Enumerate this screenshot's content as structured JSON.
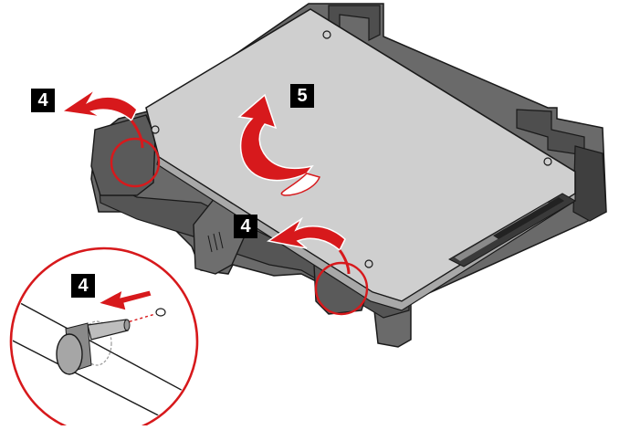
{
  "steps": {
    "left_release": "4",
    "lift_drive": "5",
    "right_release": "4",
    "detail_remove": "4"
  },
  "colors": {
    "callout_red": "#d7191c",
    "bracket_dark": "#5d5d5d",
    "drive_top": "#cfcfcf",
    "outline": "#1a1a1a",
    "badge_bg": "#000000",
    "badge_text": "#ffffff"
  }
}
